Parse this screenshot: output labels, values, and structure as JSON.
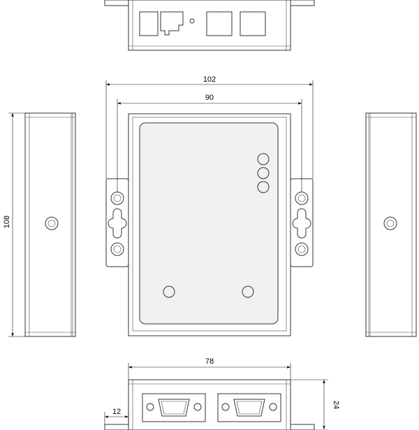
{
  "dimensions": {
    "overall_width": "102",
    "hole_spacing": "90",
    "height": "108",
    "bottom_width": "78",
    "bottom_offset": "12",
    "depth": "24"
  }
}
